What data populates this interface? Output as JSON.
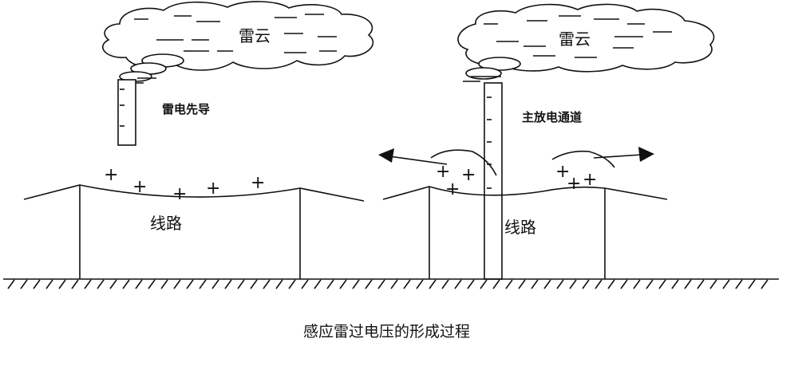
{
  "diagram": {
    "caption": "感应雷过电压的形成过程",
    "left": {
      "cloud_label": "雷云",
      "leader_label": "雷电先导",
      "line_label": "线路",
      "charge_sign": "+"
    },
    "right": {
      "cloud_label": "雷云",
      "channel_label": "主放电通道",
      "line_label": "线路",
      "charge_sign": "+"
    },
    "cloud_charge_sign": "—",
    "column_charge_sign": "-"
  }
}
